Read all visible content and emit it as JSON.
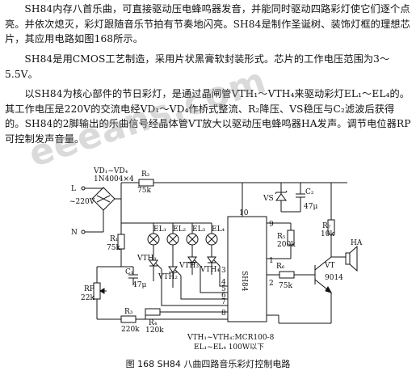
{
  "document": {
    "paragraphs": [
      "SH84内存八首乐曲，可直接驱动压电蜂鸣器发音，并能同时驱动四路彩灯使它们逐个点亮。并依次熄灭，彩灯跟随音乐节拍有节奏地闪亮。SH84是制作圣诞树、装饰灯框的理想芯片，其应用电路如图168所示。",
      "SH84是用CMOS工艺制造，采用片状黑膏软封装形式。芯片的工作电压范围为3～5.5V。",
      "以SH84为核心部件的节日彩灯，是通过晶闸管VTH₁～VTH₄来驱动彩灯EL₁～EL₄的。其工作电压是220V的交流电经VD₁～VD₄作桥式整流、R₂降压、VS稳压与C₂滤波后获得的。SH84的2脚输出的乐曲信号经晶体管VT放大以驱动压电蜂鸣器HA发声。调节电位器RP可控制发声音量。"
    ],
    "watermark": "eeeans.com",
    "caption": "图 168    SH84 八曲四路音乐彩灯控制电路"
  },
  "schematic": {
    "labels": {
      "bridge": "VD₁~VD₄",
      "bridge_part": "1N4004×4",
      "L": "L",
      "N": "N",
      "ac": "~220V",
      "R2": "R₂",
      "R2_val": "75k",
      "R1": "R₁",
      "R1_val": "75k",
      "EL1": "EL₁",
      "EL2": "EL₂",
      "EL3": "EL₃",
      "EL4": "EL₄",
      "VTH1": "VTH₁",
      "VTH2": "VTH₂",
      "VTH3": "VTH₃",
      "VTH4": "VTH₄",
      "C1": "C₁",
      "C1_val": "47μ",
      "RP": "RP",
      "RP_val": "22k",
      "R3": "R₃",
      "R3_val": "220k",
      "R4": "R₄",
      "R4_val": "120k",
      "VS": "VS",
      "C2": "C₂",
      "C2_val": "47μ",
      "R7": "R₇",
      "R7_val": "10k",
      "R5": "R₅",
      "R5_val": "200k",
      "R6": "R₆",
      "R6_val": "75k",
      "VT": "VT",
      "VT_part": "9014",
      "HA": "HA",
      "ic": "SH84",
      "pin10": "10",
      "pin9": "9",
      "pin1": "1",
      "pin2": "2",
      "pin3": "3",
      "pin4": "4",
      "pin5": "5",
      "pin6": "6",
      "pin7": "7",
      "pin8": "8",
      "note1": "VTH₁~VTH₄:MCR100-8",
      "note2": "EL₁~EL₄  100W以下"
    }
  }
}
